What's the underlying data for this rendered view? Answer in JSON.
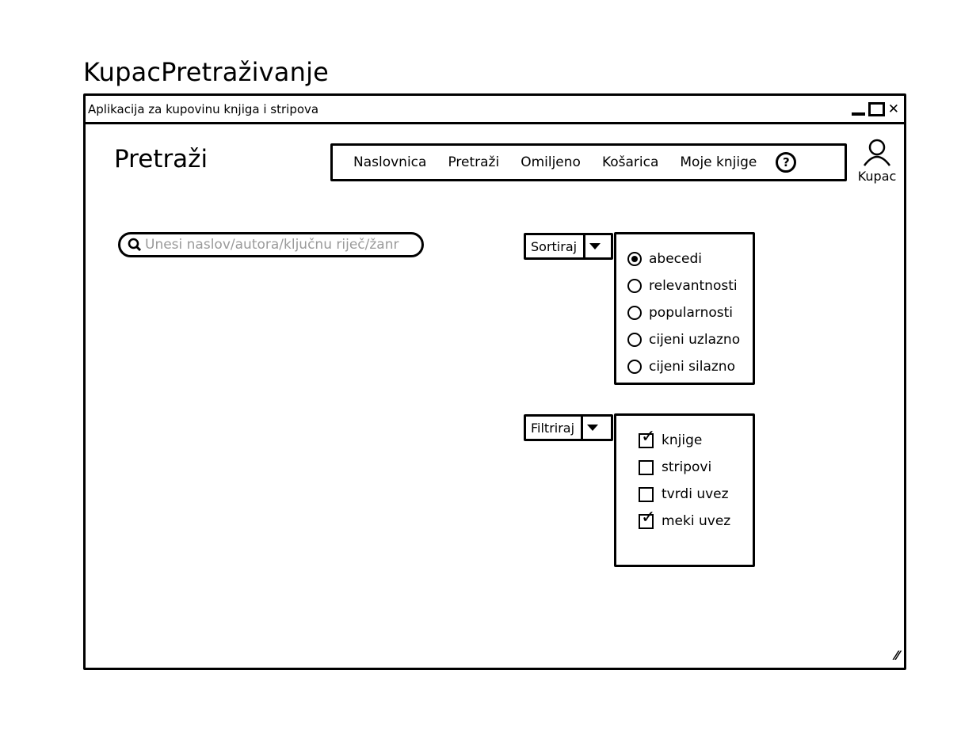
{
  "page_title": "KupacPretraživanje",
  "window": {
    "title": "Aplikacija za kupovinu knjiga i stripova",
    "controls": {
      "minimize": "minimize-icon",
      "maximize": "maximize-icon",
      "close": "close-icon"
    }
  },
  "header": {
    "heading": "Pretraži",
    "nav": {
      "items": [
        "Naslovnica",
        "Pretraži",
        "Omiljeno",
        "Košarica",
        "Moje knjige"
      ],
      "help_icon": "question-icon"
    },
    "user": {
      "icon": "user-icon",
      "label": "Kupac"
    }
  },
  "search": {
    "icon": "search-icon",
    "placeholder": "Unesi naslov/autora/ključnu riječ/žanr",
    "value": ""
  },
  "sort": {
    "label": "Sortiraj",
    "selected": "abecedi",
    "options": [
      "abecedi",
      "relevantnosti",
      "popularnosti",
      "cijeni uzlazno",
      "cijeni silazno"
    ]
  },
  "filter": {
    "label": "Filtriraj",
    "options": [
      {
        "label": "knjige",
        "checked": true
      },
      {
        "label": "stripovi",
        "checked": false
      },
      {
        "label": "tvrdi uvez",
        "checked": false
      },
      {
        "label": "meki uvez",
        "checked": true
      }
    ]
  }
}
